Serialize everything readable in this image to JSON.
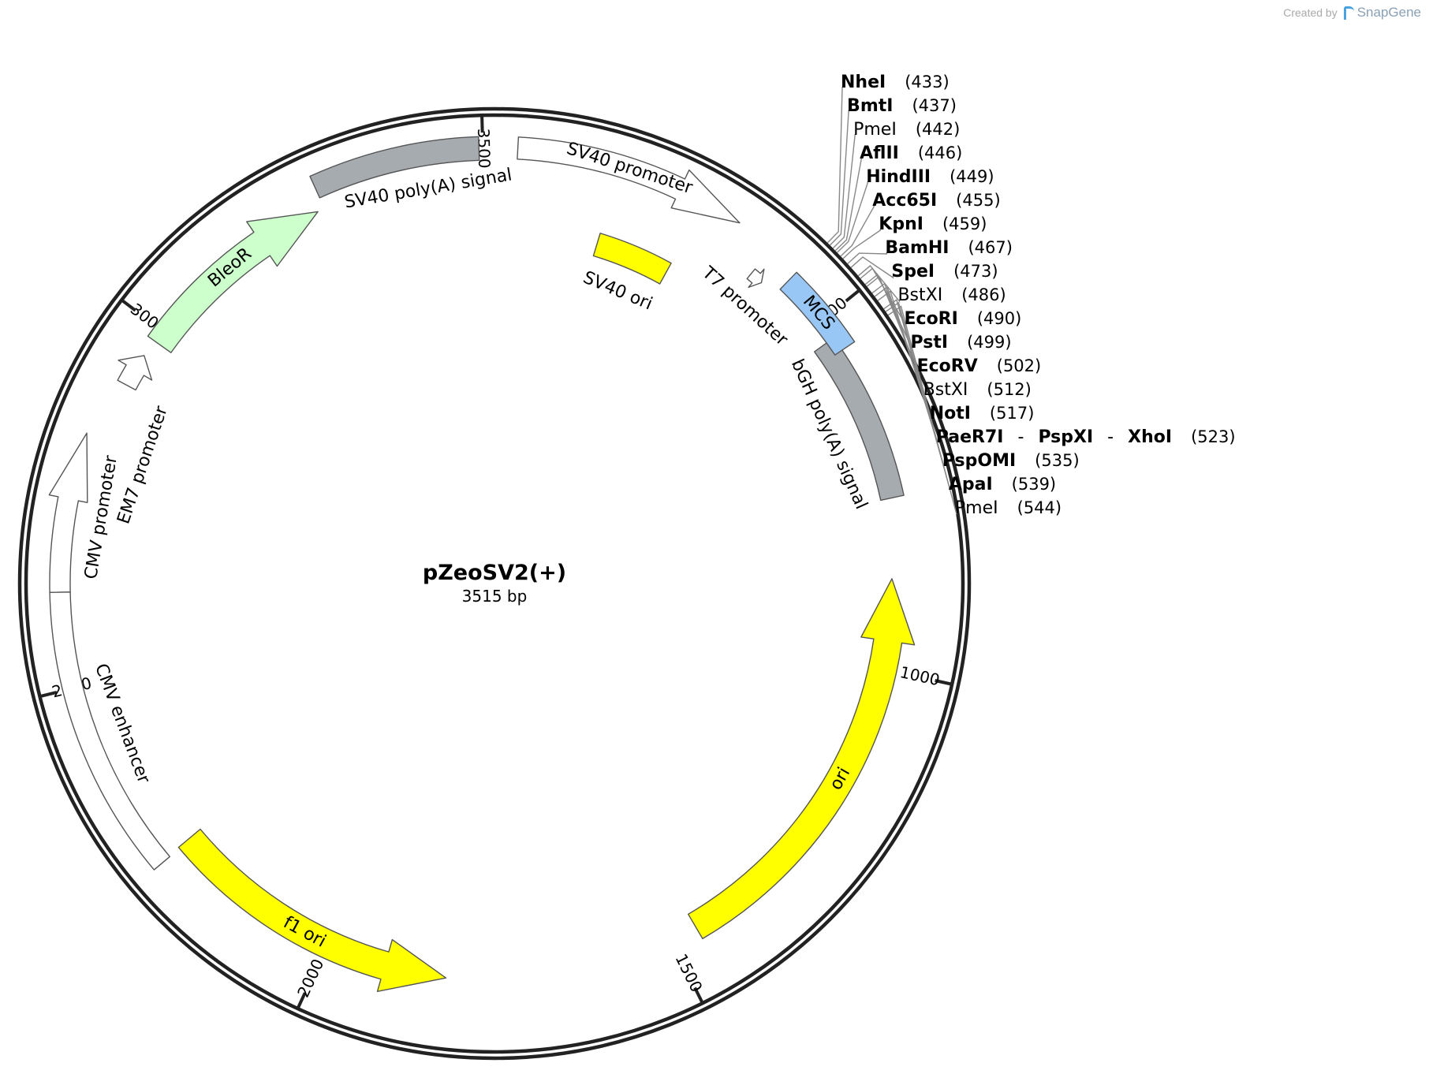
{
  "watermark": {
    "prefix": "Created by",
    "brand": "SnapGene"
  },
  "plasmid": {
    "name": "pZeoSV2(+)",
    "size_label": "3515 bp",
    "length": 3515
  },
  "ticks": [
    {
      "pos": 500,
      "label": "500"
    },
    {
      "pos": 1000,
      "label": "1000"
    },
    {
      "pos": 1500,
      "label": "1500"
    },
    {
      "pos": 2000,
      "label": "2000"
    },
    {
      "pos": 2500,
      "label": "2500"
    },
    {
      "pos": 3000,
      "label": "3000"
    },
    {
      "pos": 3500,
      "label": "3500"
    }
  ],
  "features": [
    {
      "name": "bGH poly(A) signal",
      "color": "#a6abb0"
    },
    {
      "name": "MCS",
      "color": "#98c7f5"
    },
    {
      "name": "T7 promoter",
      "color": "#ffffff"
    },
    {
      "name": "SV40 promoter",
      "color": "#ffffff"
    },
    {
      "name": "SV40 ori",
      "color": "#ffff00"
    },
    {
      "name": "SV40 poly(A) signal",
      "color": "#a6abb0"
    },
    {
      "name": "BleoR",
      "color": "#ccffcc"
    },
    {
      "name": "EM7 promoter",
      "color": "#ffffff"
    },
    {
      "name": "CMV promoter",
      "color": "#ffffff"
    },
    {
      "name": "CMV enhancer",
      "color": "#ffffff"
    },
    {
      "name": "f1 ori",
      "color": "#ffff00"
    },
    {
      "name": "ori",
      "color": "#ffff00"
    }
  ],
  "sites": [
    {
      "names": [
        "NheI"
      ],
      "bold": true,
      "pos": "(433)"
    },
    {
      "names": [
        "BmtI"
      ],
      "bold": true,
      "pos": "(437)"
    },
    {
      "names": [
        "PmeI"
      ],
      "bold": false,
      "pos": "(442)"
    },
    {
      "names": [
        "AflII"
      ],
      "bold": true,
      "pos": "(446)"
    },
    {
      "names": [
        "HindIII"
      ],
      "bold": true,
      "pos": "(449)"
    },
    {
      "names": [
        "Acc65I"
      ],
      "bold": true,
      "pos": "(455)"
    },
    {
      "names": [
        "KpnI"
      ],
      "bold": true,
      "pos": "(459)"
    },
    {
      "names": [
        "BamHI"
      ],
      "bold": true,
      "pos": "(467)"
    },
    {
      "names": [
        "SpeI"
      ],
      "bold": true,
      "pos": "(473)"
    },
    {
      "names": [
        "BstXI"
      ],
      "bold": false,
      "pos": "(486)"
    },
    {
      "names": [
        "EcoRI"
      ],
      "bold": true,
      "pos": "(490)"
    },
    {
      "names": [
        "PstI"
      ],
      "bold": true,
      "pos": "(499)"
    },
    {
      "names": [
        "EcoRV"
      ],
      "bold": true,
      "pos": "(502)"
    },
    {
      "names": [
        "BstXI"
      ],
      "bold": false,
      "pos": "(512)"
    },
    {
      "names": [
        "NotI"
      ],
      "bold": true,
      "pos": "(517)"
    },
    {
      "names": [
        "PaeR7I",
        "PspXI",
        "XhoI"
      ],
      "bold": true,
      "pos": "(523)"
    },
    {
      "names": [
        "PspOMI"
      ],
      "bold": true,
      "pos": "(535)"
    },
    {
      "names": [
        "ApaI"
      ],
      "bold": true,
      "pos": "(539)"
    },
    {
      "names": [
        "PmeI"
      ],
      "bold": false,
      "pos": "(544)"
    }
  ]
}
